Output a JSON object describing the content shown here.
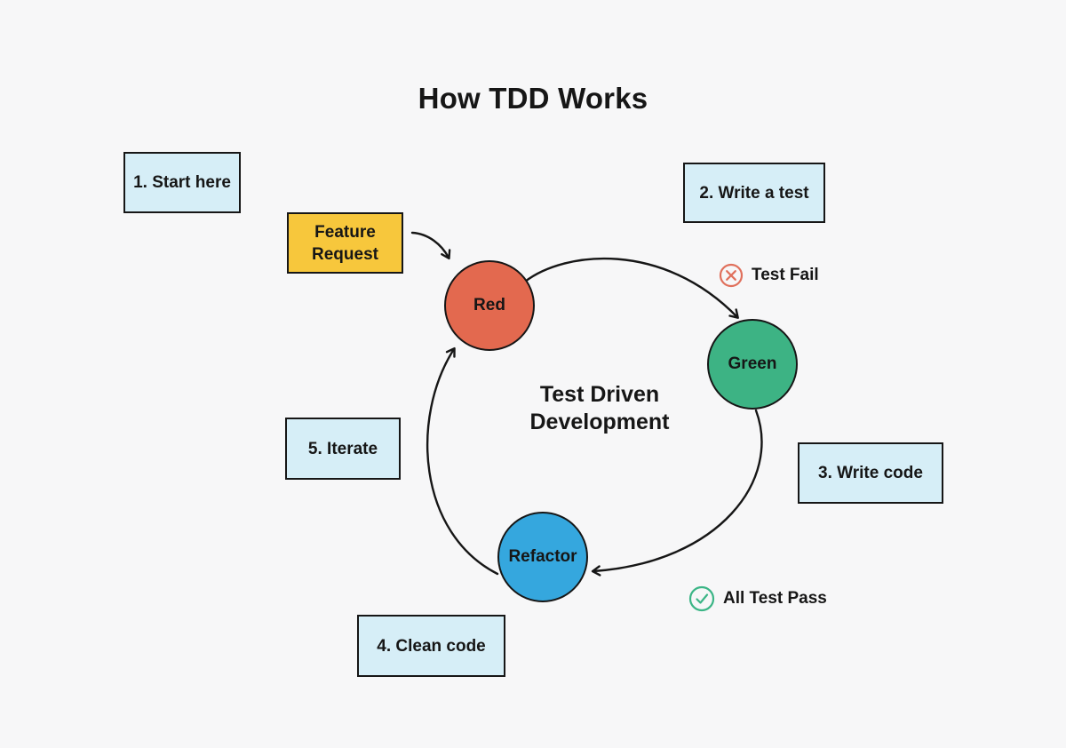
{
  "title": "How TDD Works",
  "steps": [
    {
      "label": "1. Start here"
    },
    {
      "label": "2. Write a test"
    },
    {
      "label": "3. Write code"
    },
    {
      "label": "4. Clean code"
    },
    {
      "label": "5. Iterate"
    }
  ],
  "feature_request": {
    "line1": "Feature",
    "line2": "Request"
  },
  "nodes": [
    {
      "label": "Red",
      "color": "#E3694F"
    },
    {
      "label": "Green",
      "color": "#3DB384"
    },
    {
      "label": "Refactor",
      "color": "#35A7DE"
    }
  ],
  "center_label": {
    "line1": "Test Driven",
    "line2": "Development"
  },
  "annotations": {
    "fail": {
      "label": "Test Fail",
      "icon_color": "#E0705C"
    },
    "pass": {
      "label": "All Test Pass",
      "icon_color": "#3BB586"
    }
  },
  "colors": {
    "background": "#F7F7F8",
    "step_box_fill": "#D6EEF7",
    "feature_box_fill": "#F7C73C",
    "outline": "#161616",
    "arrow": "#161616"
  }
}
